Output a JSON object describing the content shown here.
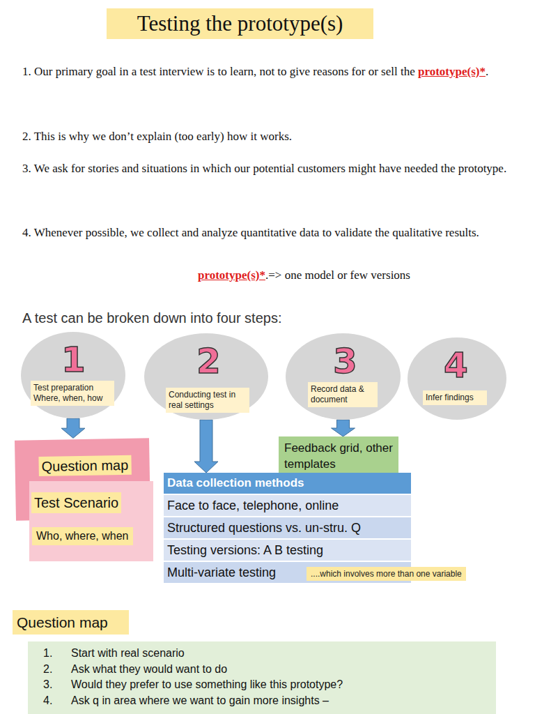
{
  "diagram": {
    "title": "Testing the prototype(s)",
    "nodes": [
      {
        "text": [
          "1"
        ]
      },
      {
        "text": [
          "Test preparation Where, when, how"
        ],
        "in": 0
      },
      {
        "text": [
          "2"
        ]
      },
      {
        "text": [
          "Conducting test in real settings"
        ],
        "in": 2
      },
      {
        "text": [
          "3"
        ]
      },
      {
        "text": [
          "Record data & document"
        ],
        "in": 4
      },
      {
        "text": [
          "4"
        ]
      },
      {
        "text": [
          "Infer findings"
        ],
        "in": 6
      },
      {
        "text": [
          "Feedback grid, other templates"
        ]
      },
      {
        "text": [
          "Question map"
        ]
      },
      {
        "text": [
          "Test Scenario",
          "Who, where, when"
        ]
      },
      {
        "text": [
          "Data collection methods",
          "Face to face, telephone, online",
          "Structured questions vs. un-stru. Q",
          "Testing versions: A B testing",
          "Multi-variate testing"
        ]
      },
      {
        "text": [
          "Question map"
        ]
      },
      {
        "text": [
          "1.",
          "Start with real scenario",
          "2.",
          "Ask what they would want to do",
          "3.",
          "Would they prefer to use something like this prototype?",
          "4.",
          "Ask q in area where we want to gain more insights –"
        ]
      }
    ],
    "edges": [
      {
        "from": 0,
        "to": 9,
        "arrow": "to"
      },
      {
        "from": 2,
        "to": 11,
        "arrow": "to"
      },
      {
        "from": 4,
        "to": 8,
        "arrow": "to"
      }
    ],
    "labels": [
      "1. Our primary goal in a test interview is to learn, not to give reasons for or sell the",
      "prototype(s)*",
      ".",
      "2. This is why we don’t explain (too early) how it works.",
      "3. We ask for stories and situations in which our potential customers might have needed the prototype.",
      "4. Whenever possible, we collect and analyze quantitative data to validate the qualitative results.",
      "prototype(s)*",
      ".=> one model or few versions",
      "A test can be broken down into four steps:",
      "....which involves more than one variable"
    ]
  }
}
